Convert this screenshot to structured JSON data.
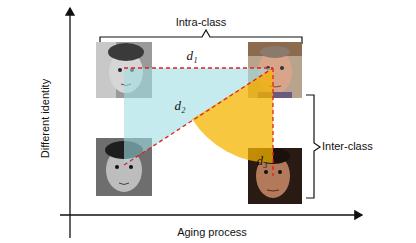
{
  "diagram": {
    "labels": [
      "Intra-class",
      "Inter-class",
      "Different identity",
      "Aging process",
      "d₁",
      "d₂",
      "d₃"
    ]
  }
}
